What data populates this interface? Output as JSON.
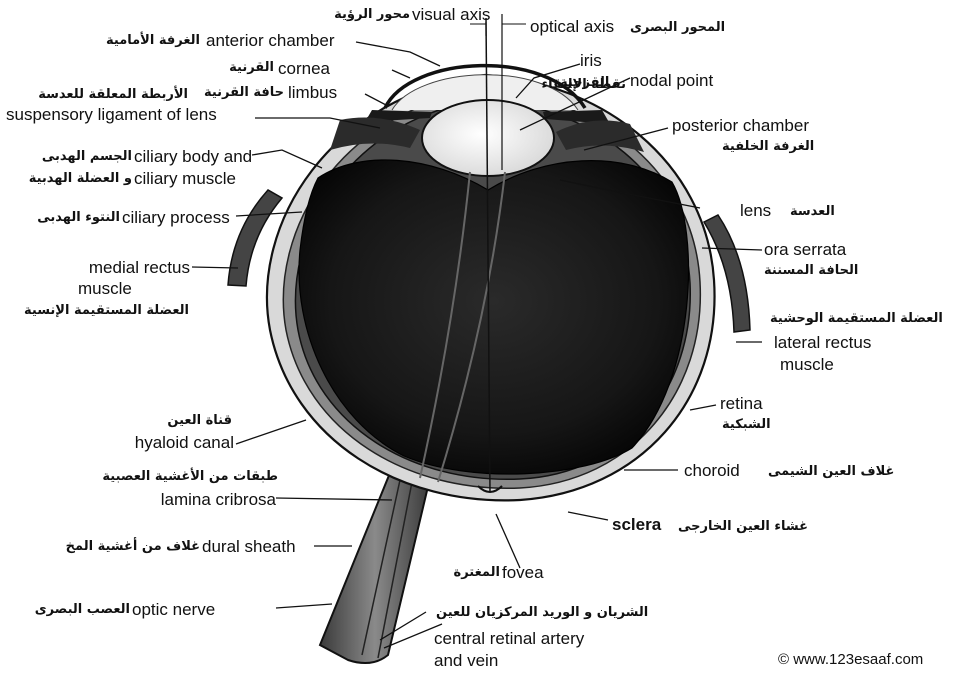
{
  "labels": {
    "visual_axis": {
      "en": "visual axis",
      "ar": "محور الرؤية"
    },
    "optical_axis": {
      "en": "optical axis",
      "ar": "المحور البصرى"
    },
    "anterior_chamber": {
      "en": "anterior chamber",
      "ar": "الغرفة الأمامية"
    },
    "cornea": {
      "en": "cornea",
      "ar": "القرنية"
    },
    "iris": {
      "en": "iris",
      "ar": "القزحية"
    },
    "limbus": {
      "en": "limbus",
      "ar": "حافة القرنية"
    },
    "nodal_point": {
      "en": "nodal point",
      "ar": "نقطة الإلتقاء"
    },
    "suspensory_ligament": {
      "en": "suspensory ligament of lens",
      "ar": "الأربطة المعلقة للعدسة"
    },
    "posterior_chamber": {
      "en": "posterior chamber",
      "ar": "الغرفة الخلفية"
    },
    "ciliary_body": {
      "en_line1": "ciliary body and",
      "en_line2": "ciliary muscle",
      "ar_line1": "الجسم الهدبى",
      "ar_line2": "و العضلة الهدبية"
    },
    "lens": {
      "en": "lens",
      "ar": "العدسة"
    },
    "ciliary_process": {
      "en": "ciliary process",
      "ar": "النتوء الهدبى"
    },
    "ora_serrata": {
      "en": "ora serrata",
      "ar": "الحافة المسننة"
    },
    "medial_rectus": {
      "en_line1": "medial rectus",
      "en_line2": "muscle",
      "ar": "العضلة المستقيمة الإنسية"
    },
    "lateral_rectus": {
      "en_line1": "lateral rectus",
      "en_line2": "muscle",
      "ar": "العضلة المستقيمة الوحشية"
    },
    "retina": {
      "en": "retina",
      "ar": "الشبكية"
    },
    "hyaloid_canal": {
      "en": "hyaloid canal",
      "ar": "قناة العين"
    },
    "choroid": {
      "en": "choroid",
      "ar": "غلاف العين الشيمى"
    },
    "lamina_cribrosa": {
      "en": "lamina cribrosa",
      "ar": "طبقات من الأغشية العصبية"
    },
    "sclera": {
      "en": "sclera",
      "ar": "غشاء العين الخارجى"
    },
    "dural_sheath": {
      "en": "dural sheath",
      "ar": "غلاف من أغشية المخ"
    },
    "fovea": {
      "en": "fovea",
      "ar": "المغترة"
    },
    "optic_nerve": {
      "en": "optic nerve",
      "ar": "العصب البصرى"
    },
    "central_retinal": {
      "en_line1": "central retinal artery",
      "en_line2": "and vein",
      "ar": "الشريان و الوريد المركزيان للعين"
    }
  },
  "watermark": "© www.123esaaf.com"
}
